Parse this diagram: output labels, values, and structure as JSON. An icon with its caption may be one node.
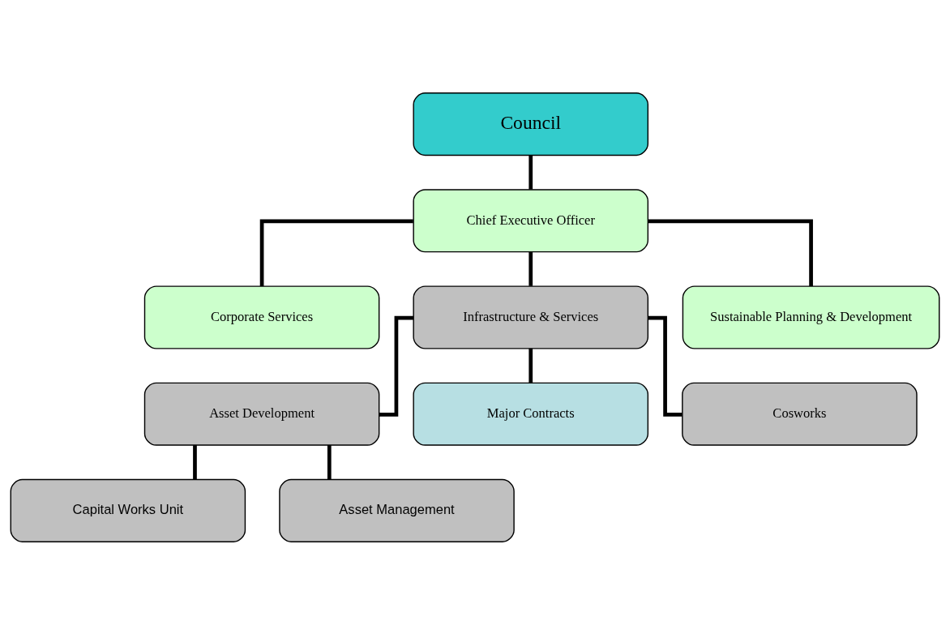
{
  "diagram": {
    "nodes": [
      {
        "text": [
          "Council"
        ]
      },
      {
        "text": [
          "Chief Executive Officer"
        ]
      },
      {
        "text": [
          "Corporate Services"
        ]
      },
      {
        "text": [
          "Infrastructure & Services"
        ]
      },
      {
        "text": [
          "Sustainable Planning & Development"
        ]
      },
      {
        "text": [
          "Asset Development"
        ]
      },
      {
        "text": [
          "Major Contracts"
        ]
      },
      {
        "text": [
          "Cosworks"
        ]
      },
      {
        "text": [
          "Capital Works Unit"
        ]
      },
      {
        "text": [
          "Asset Management"
        ]
      }
    ],
    "edges": [
      {
        "from": 0,
        "to": 1,
        "arrow": "none"
      },
      {
        "from": 1,
        "to": 2,
        "arrow": "none"
      },
      {
        "from": 1,
        "to": 3,
        "arrow": "none"
      },
      {
        "from": 1,
        "to": 4,
        "arrow": "none"
      },
      {
        "from": 3,
        "to": 5,
        "arrow": "none"
      },
      {
        "from": 3,
        "to": 6,
        "arrow": "none"
      },
      {
        "from": 3,
        "to": 7,
        "arrow": "none"
      },
      {
        "from": 5,
        "to": 8,
        "arrow": "none"
      },
      {
        "from": 5,
        "to": 9,
        "arrow": "none"
      }
    ]
  }
}
